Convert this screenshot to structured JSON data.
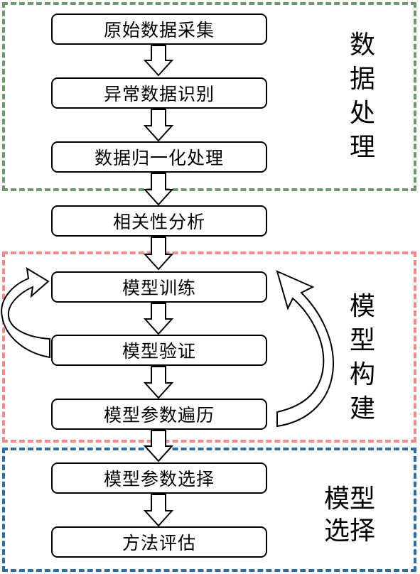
{
  "steps": [
    {
      "label": "原始数据采集"
    },
    {
      "label": "异常数据识别"
    },
    {
      "label": "数据归一化处理"
    },
    {
      "label": "相关性分析"
    },
    {
      "label": "模型训练"
    },
    {
      "label": "模型验证"
    },
    {
      "label": "模型参数遍历"
    },
    {
      "label": "模型参数选择"
    },
    {
      "label": "方法评估"
    }
  ],
  "groups": {
    "data_processing": {
      "label": "数据处理",
      "border_color": "#6e9a6e"
    },
    "model_building": {
      "label": "模型构建",
      "border_color": "#f08c8c"
    },
    "model_selection": {
      "label": "模型选择",
      "border_color": "#2e6da4"
    }
  }
}
